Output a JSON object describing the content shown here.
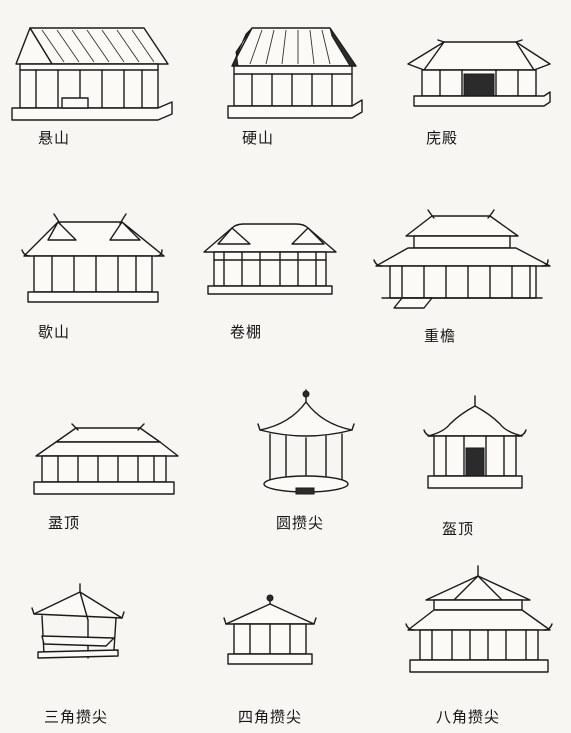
{
  "figures": [
    {
      "id": "xuanshan",
      "label": "悬山"
    },
    {
      "id": "yingshan",
      "label": "硬山"
    },
    {
      "id": "wudian",
      "label": "庑殿"
    },
    {
      "id": "xieshan",
      "label": "歇山"
    },
    {
      "id": "juanpeng",
      "label": "卷棚"
    },
    {
      "id": "chongyan",
      "label": "重檐"
    },
    {
      "id": "luding",
      "label": "盝顶"
    },
    {
      "id": "yuancuanjian",
      "label": "圆攒尖"
    },
    {
      "id": "yingding",
      "label": "盔顶"
    },
    {
      "id": "sanjiao",
      "label": "三角攒尖"
    },
    {
      "id": "sijiao",
      "label": "四角攒尖"
    },
    {
      "id": "bajiao",
      "label": "八角攒尖"
    }
  ]
}
